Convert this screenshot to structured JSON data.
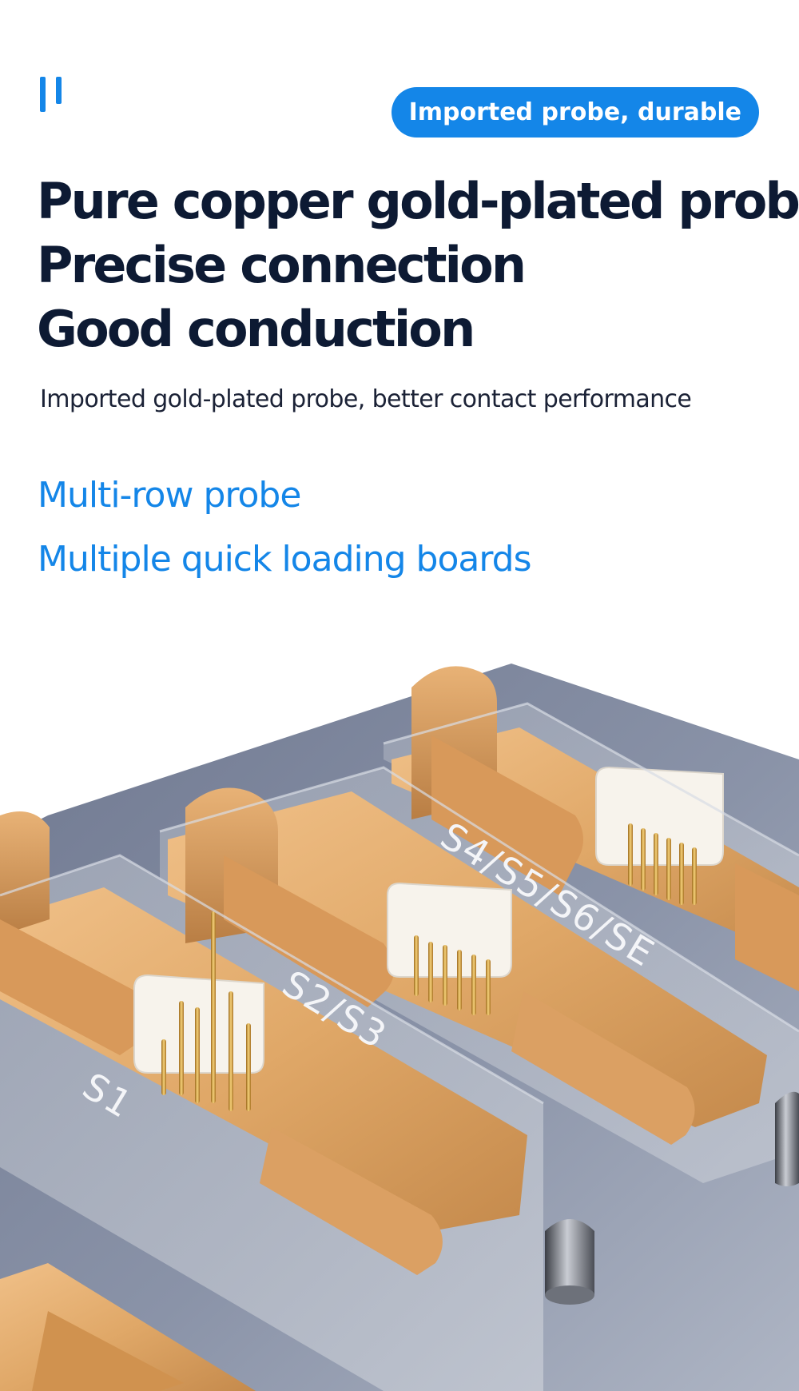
{
  "badge": {
    "label": "Imported probe, durable"
  },
  "headline": {
    "line1": "Pure copper gold-plated probe",
    "line2": "Precise connection",
    "line3": "Good conduction"
  },
  "subtitle": "Imported gold-plated probe, better contact performance",
  "features": [
    {
      "label": "Multi-row probe"
    },
    {
      "label": "Multiple quick loading boards"
    }
  ],
  "product": {
    "slot_labels": {
      "s1": "S1",
      "s2_s3": "S2/S3",
      "s4_se": "S4/S5/S6/SE"
    }
  },
  "colors": {
    "accent": "#1486e8",
    "heading": "#0d1a33",
    "body_text": "#1b2236",
    "copper": "#e0a868",
    "plate": "#8a93a8"
  }
}
